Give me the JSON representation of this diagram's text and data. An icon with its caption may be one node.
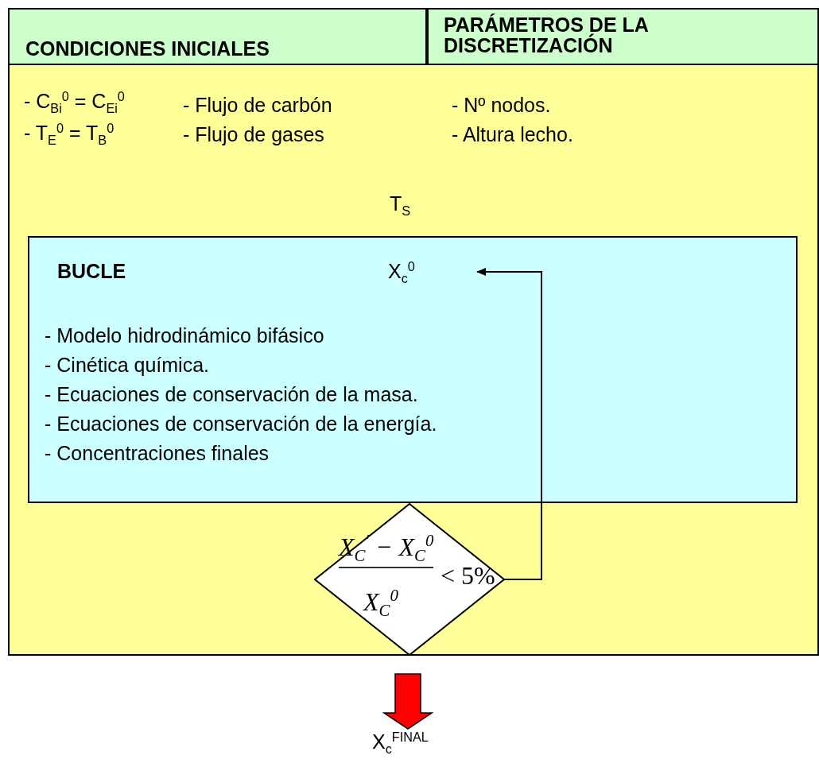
{
  "diagram": {
    "nodes": [
      {
        "text": [
          "CONDICIONES INICIALES"
        ]
      },
      {
        "text": [
          "PARÁMETROS DE LA DISCRETIZACIÓN"
        ]
      },
      {
        "text": [
          "- C$_{Bi}$$^{0}$ = C$_{Ei}$$^{0}$",
          "- T$_{E}$$^{0}$ = T$_{B}$$^{0}$",
          "- Flujo de carbón",
          "- Flujo de gases",
          "- Nº nodos.",
          "- Altura lecho.",
          "T$_{S}$"
        ]
      },
      {
        "text": [
          "BUCLE",
          "- Modelo hidrodinámico bifásico",
          "- Cinética química.",
          "- Ecuaciones de conservación de la masa.",
          "- Ecuaciones de conservación de la energía.",
          "- Concentraciones finales"
        ],
        "in": 2
      },
      {
        "text": [
          "X$_{c}$$^{0}$"
        ],
        "in": 3
      },
      {
        "text": [
          "X$_{C}$$^{'}$ − X$_{C}$$^{0}$",
          "X$_{C}$$^{0}$",
          "< 5%"
        ],
        "in": 2
      },
      {
        "text": [
          "X$_{c}$$^{FINAL}$"
        ]
      }
    ],
    "edges": [
      {
        "from": 5,
        "to": 4,
        "arrow": "to"
      },
      {
        "from": 5,
        "to": 6,
        "arrow": "to",
        "style": "thick",
        "color": "#ff0000"
      }
    ]
  }
}
